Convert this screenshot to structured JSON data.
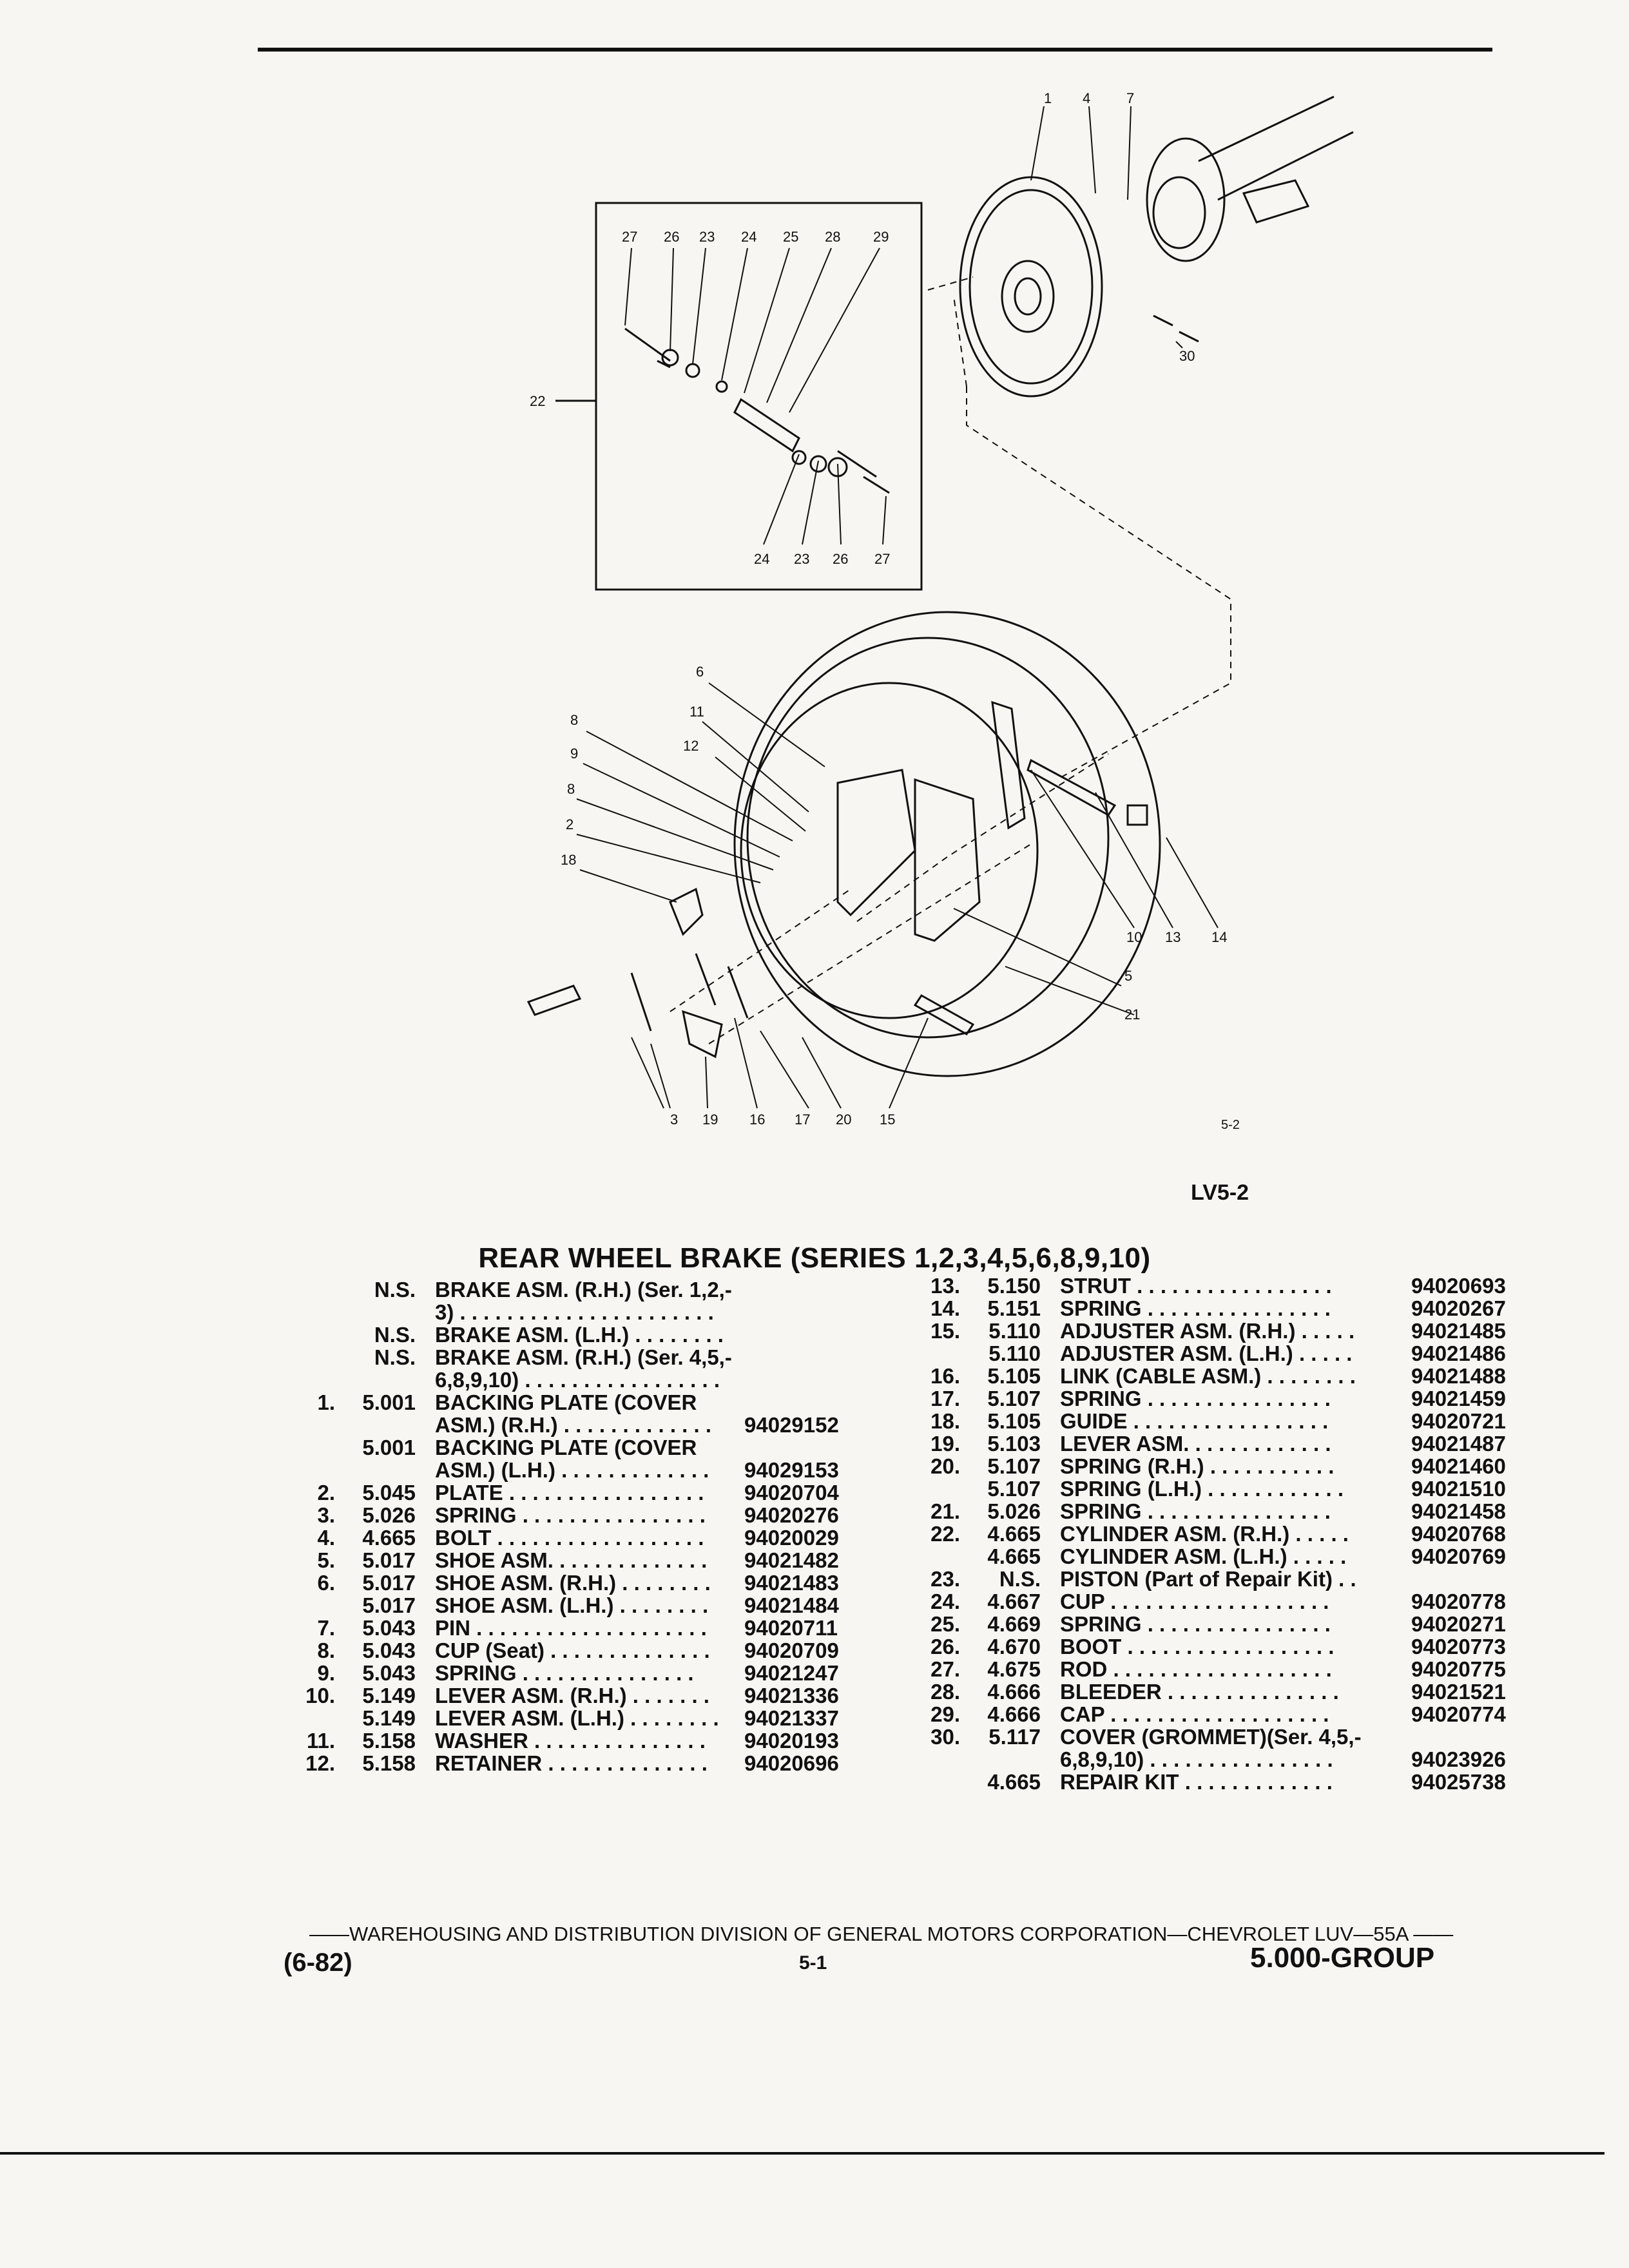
{
  "figure": {
    "code": "LV5-2",
    "small_code": "5-2",
    "callouts_inset_top": [
      "27",
      "26",
      "23",
      "24",
      "25",
      "28",
      "29"
    ],
    "callouts_inset_bottom": [
      "24",
      "23",
      "26",
      "27"
    ],
    "callout_inset_group": "22",
    "callouts_top": [
      "1",
      "4",
      "7"
    ],
    "callout_30": "30",
    "callouts_left": [
      "6",
      "11",
      "12",
      "8",
      "9",
      "8",
      "2",
      "18"
    ],
    "callouts_right": [
      "10",
      "13",
      "14"
    ],
    "callout_5": "5",
    "callout_21": "21",
    "callouts_bottom": [
      "3",
      "19",
      "16",
      "17",
      "20",
      "15"
    ]
  },
  "title": "REAR WHEEL BRAKE (SERIES 1,2,3,4,5,6,8,9,10)",
  "left_column": [
    {
      "idx": "",
      "page": "N.S.",
      "desc": "BRAKE ASM. (R.H.) (Ser. 1,2,-",
      "pn": ""
    },
    {
      "idx": "",
      "page": "",
      "desc": "3) . . . . . . . . . . . . . . . . . . . . . .",
      "pn": ""
    },
    {
      "idx": "",
      "page": "N.S.",
      "desc": "BRAKE ASM. (L.H.) . . . . . . . .",
      "pn": ""
    },
    {
      "idx": "",
      "page": "N.S.",
      "desc": "BRAKE ASM. (R.H.) (Ser. 4,5,-",
      "pn": ""
    },
    {
      "idx": "",
      "page": "",
      "desc": "6,8,9,10) . . . . . . . . . . . . . . . . .",
      "pn": ""
    },
    {
      "idx": "1.",
      "page": "5.001",
      "desc": "BACKING PLATE (COVER",
      "pn": ""
    },
    {
      "idx": "",
      "page": "",
      "desc": "ASM.) (R.H.) . . . . . . . . . . . . .",
      "pn": "94029152"
    },
    {
      "idx": "",
      "page": "5.001",
      "desc": "BACKING PLATE (COVER",
      "pn": ""
    },
    {
      "idx": "",
      "page": "",
      "desc": "ASM.) (L.H.) . . . . . . . . . . . . .",
      "pn": "94029153"
    },
    {
      "idx": "2.",
      "page": "5.045",
      "desc": "PLATE . . . . . . . . . . . . . . . . .",
      "pn": "94020704"
    },
    {
      "idx": "3.",
      "page": "5.026",
      "desc": "SPRING . . . . . . . . . . . . . . . .",
      "pn": "94020276"
    },
    {
      "idx": "4.",
      "page": "4.665",
      "desc": "BOLT . . . . . . . . . . . . . . . . . .",
      "pn": "94020029"
    },
    {
      "idx": "5.",
      "page": "5.017",
      "desc": "SHOE ASM. . . . . . . . . . . . . .",
      "pn": "94021482"
    },
    {
      "idx": "6.",
      "page": "5.017",
      "desc": "SHOE ASM. (R.H.) . . . . . . . .",
      "pn": "94021483"
    },
    {
      "idx": "",
      "page": "5.017",
      "desc": "SHOE ASM. (L.H.) . . . . . . . .",
      "pn": "94021484"
    },
    {
      "idx": "7.",
      "page": "5.043",
      "desc": "PIN . . . . . . . . . . . . . . . . . . . .",
      "pn": "94020711"
    },
    {
      "idx": "8.",
      "page": "5.043",
      "desc": "CUP (Seat) . . . . . . . . . . . . . .",
      "pn": "94020709"
    },
    {
      "idx": "9.",
      "page": "5.043",
      "desc": "SPRING . . . . . . . . . . . . . . .",
      "pn": "94021247"
    },
    {
      "idx": "10.",
      "page": "5.149",
      "desc": "LEVER ASM. (R.H.) . . . . . . .",
      "pn": "94021336"
    },
    {
      "idx": "",
      "page": "5.149",
      "desc": "LEVER ASM. (L.H.) . . . . . . . .",
      "pn": "94021337"
    },
    {
      "idx": "11.",
      "page": "5.158",
      "desc": "WASHER . . . . . . . . . . . . . . .",
      "pn": "94020193"
    },
    {
      "idx": "12.",
      "page": "5.158",
      "desc": "RETAINER . . . . . . . . . . . . . .",
      "pn": "94020696"
    }
  ],
  "right_column": [
    {
      "idx": "13.",
      "page": "5.150",
      "desc": "STRUT . . . . . . . . . . . . . . . . .",
      "pn": "94020693"
    },
    {
      "idx": "14.",
      "page": "5.151",
      "desc": "SPRING . . . . . . . . . . . . . . . .",
      "pn": "94020267"
    },
    {
      "idx": "15.",
      "page": "5.110",
      "desc": "ADJUSTER ASM. (R.H.) . . . . .",
      "pn": "94021485"
    },
    {
      "idx": "",
      "page": "5.110",
      "desc": "ADJUSTER ASM. (L.H.) . . . . .",
      "pn": "94021486"
    },
    {
      "idx": "16.",
      "page": "5.105",
      "desc": "LINK (CABLE ASM.) . . . . . . . .",
      "pn": "94021488"
    },
    {
      "idx": "17.",
      "page": "5.107",
      "desc": "SPRING . . . . . . . . . . . . . . . .",
      "pn": "94021459"
    },
    {
      "idx": "18.",
      "page": "5.105",
      "desc": "GUIDE . . . . . . . . . . . . . . . . .",
      "pn": "94020721"
    },
    {
      "idx": "19.",
      "page": "5.103",
      "desc": "LEVER ASM. . . . . . . . . . . . .",
      "pn": "94021487"
    },
    {
      "idx": "20.",
      "page": "5.107",
      "desc": "SPRING (R.H.) . . . . . . . . . . .",
      "pn": "94021460"
    },
    {
      "idx": "",
      "page": "5.107",
      "desc": "SPRING (L.H.) . . . . . . . . . . . .",
      "pn": "94021510"
    },
    {
      "idx": "21.",
      "page": "5.026",
      "desc": "SPRING . . . . . . . . . . . . . . . .",
      "pn": "94021458"
    },
    {
      "idx": "22.",
      "page": "4.665",
      "desc": "CYLINDER ASM. (R.H.) . . . . .",
      "pn": "94020768"
    },
    {
      "idx": "",
      "page": "4.665",
      "desc": "CYLINDER ASM. (L.H.) . . . . .",
      "pn": "94020769"
    },
    {
      "idx": "23.",
      "page": "N.S.",
      "desc": "PISTON (Part of Repair Kit) . .",
      "pn": ""
    },
    {
      "idx": "24.",
      "page": "4.667",
      "desc": "CUP . . . . . . . . . . . . . . . . . . .",
      "pn": "94020778"
    },
    {
      "idx": "25.",
      "page": "4.669",
      "desc": "SPRING . . . . . . . . . . . . . . . .",
      "pn": "94020271"
    },
    {
      "idx": "26.",
      "page": "4.670",
      "desc": "BOOT . . . . . . . . . . . . . . . . . .",
      "pn": "94020773"
    },
    {
      "idx": "27.",
      "page": "4.675",
      "desc": "ROD . . . . . . . . . . . . . . . . . . .",
      "pn": "94020775"
    },
    {
      "idx": "28.",
      "page": "4.666",
      "desc": "BLEEDER . . . . . . . . . . . . . . .",
      "pn": "94021521"
    },
    {
      "idx": "29.",
      "page": "4.666",
      "desc": "CAP . . . . . . . . . . . . . . . . . . .",
      "pn": "94020774"
    },
    {
      "idx": "30.",
      "page": "5.117",
      "desc": "COVER (GROMMET)(Ser. 4,5,-",
      "pn": ""
    },
    {
      "idx": "",
      "page": "",
      "desc": "6,8,9,10) . . . . . . . . . . . . . . . .",
      "pn": "94023926"
    },
    {
      "idx": "",
      "page": "4.665",
      "desc": "REPAIR KIT . . . . . . . . . . . . .",
      "pn": "94025738"
    }
  ],
  "footer": {
    "main": "——WAREHOUSING AND DISTRIBUTION DIVISION OF GENERAL MOTORS CORPORATION—CHEVROLET LUV—55A ——",
    "revision": "(6-82)",
    "page": "5-1",
    "group": "5.000-GROUP"
  }
}
